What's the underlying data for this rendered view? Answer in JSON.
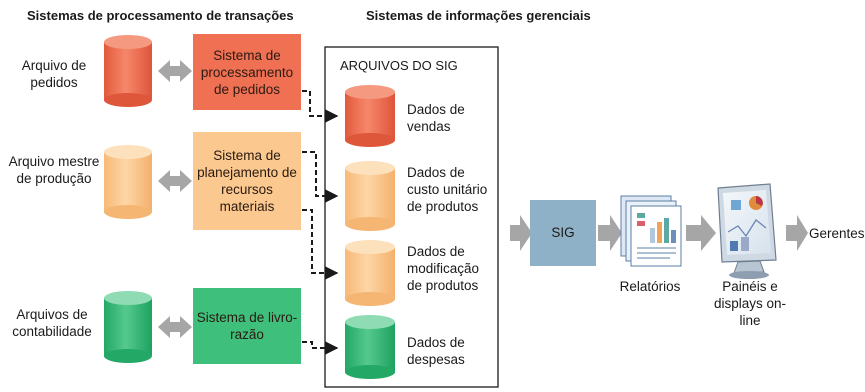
{
  "headings": {
    "tps": "Sistemas de processamento de transações",
    "mis": "Sistemas de informações gerenciais"
  },
  "files": {
    "orders": "Arquivo de pedidos",
    "production_master": "Arquivo mestre de produção",
    "accounting": "Arquivos de contabilidade"
  },
  "systems": {
    "order_processing": "Sistema de processamento de pedidos",
    "mrp": "Sistema de planejamento de recursos materiais",
    "general_ledger": "Sistema de livro-razão"
  },
  "mis_files": {
    "title": "ARQUIVOS DO SIG",
    "sales": "Dados de vendas",
    "unit_cost": "Dados de custo unitário de produtos",
    "product_change": "Dados de modificação de produtos",
    "expenses": "Dados de despesas"
  },
  "outputs": {
    "mis": "SIG",
    "reports": "Relatórios",
    "displays": "Painéis e displays on-line",
    "managers": "Gerentes"
  },
  "colors": {
    "orange_red": "#f07054",
    "peach": "#fbc98f",
    "green": "#3fbf7c",
    "sig_blue": "#8fb1c8",
    "arrow_gray": "#a6a6a6"
  }
}
